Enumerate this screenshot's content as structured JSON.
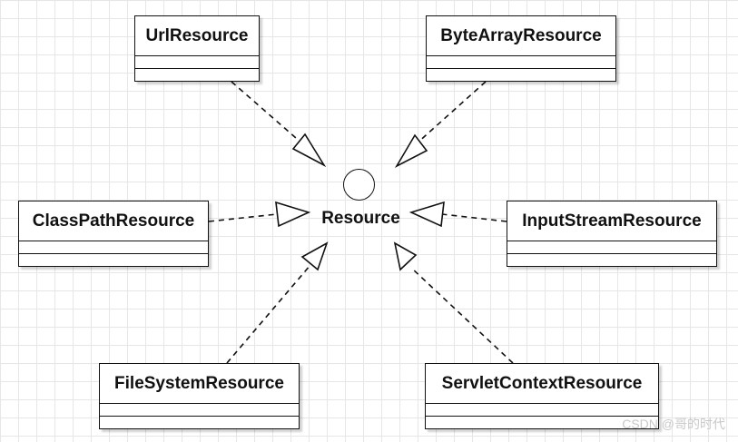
{
  "interface": {
    "name": "Resource"
  },
  "classes": [
    {
      "name": "UrlResource"
    },
    {
      "name": "ByteArrayResource"
    },
    {
      "name": "ClassPathResource"
    },
    {
      "name": "InputStreamResource"
    },
    {
      "name": "FileSystemResource"
    },
    {
      "name": "ServletContextResource"
    }
  ],
  "watermark": "CSDN @哥的时代"
}
